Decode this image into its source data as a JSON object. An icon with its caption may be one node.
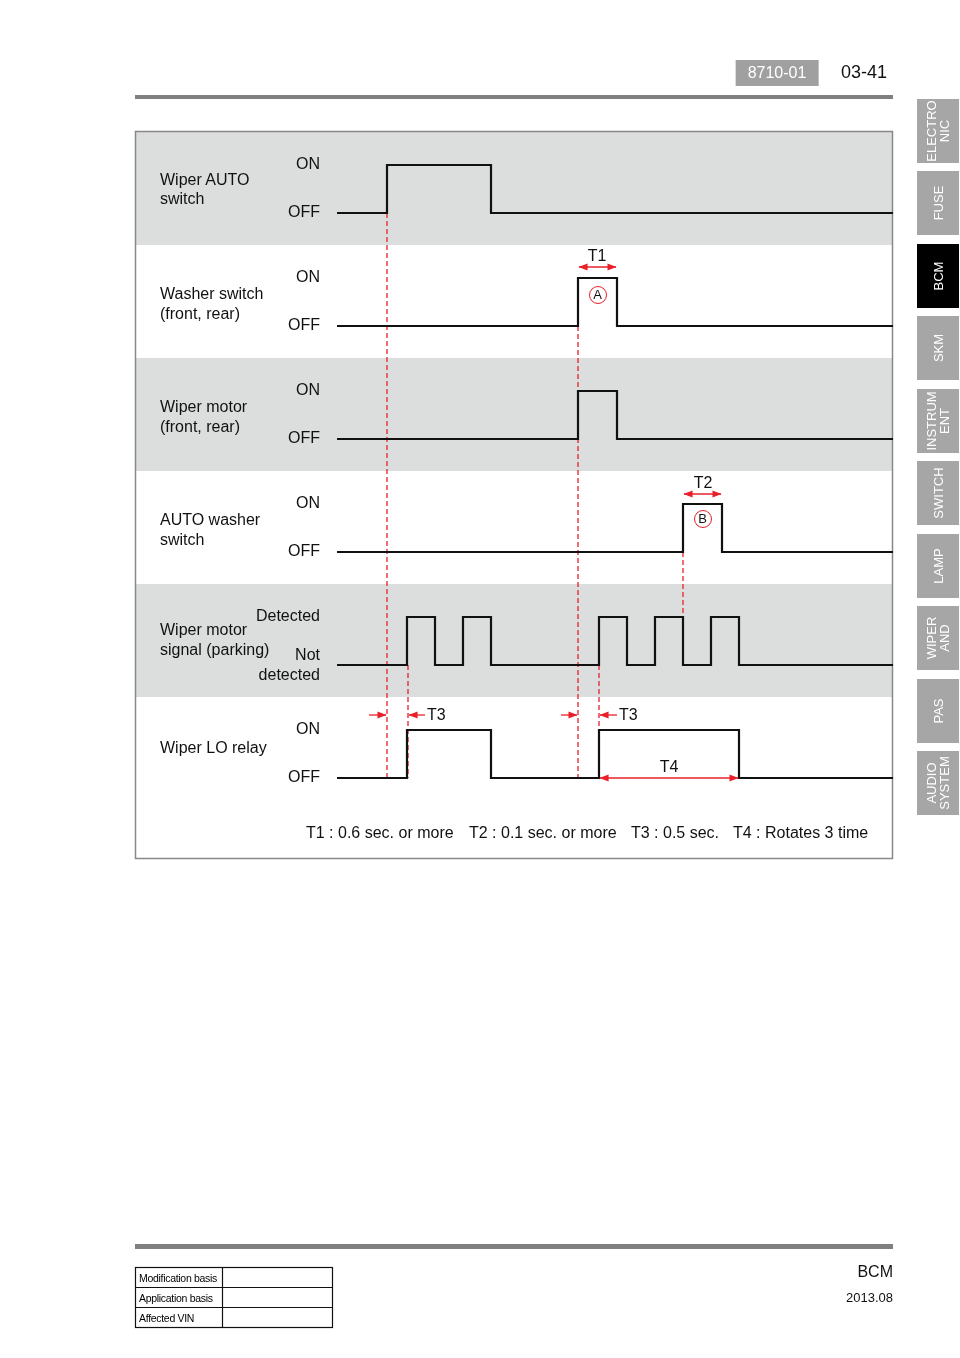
{
  "diagram": {
    "labels": [
      "8710-01",
      "03-41",
      "ELECTRO NIC",
      "FUSE",
      "BCM",
      "SKM",
      "INSTRUM ENT",
      "SWITCH",
      "LAMP",
      "WIPER AND",
      "PAS",
      "AUDIO SYSTEM",
      "Wiper AUTO switch",
      "ON",
      "OFF",
      "Washer switch (front, rear)",
      "ON",
      "OFF",
      "T1",
      "A",
      "Wiper motor (front, rear)",
      "ON",
      "OFF",
      "AUTO washer switch",
      "ON",
      "OFF",
      "T2",
      "B",
      "Wiper motor signal (parking)",
      "Detected",
      "Not detected",
      "T3",
      "T3",
      "Wiper LO relay",
      "ON",
      "OFF",
      "T4",
      "T1 : 0.6 sec. or more",
      "T2 : 0.1 sec. or more",
      "T3 : 0.5 sec.",
      "T4 : Rotates 3 time",
      "Modification basis",
      "Application basis",
      "Affected VIN",
      "BCM",
      "2013.08"
    ]
  }
}
